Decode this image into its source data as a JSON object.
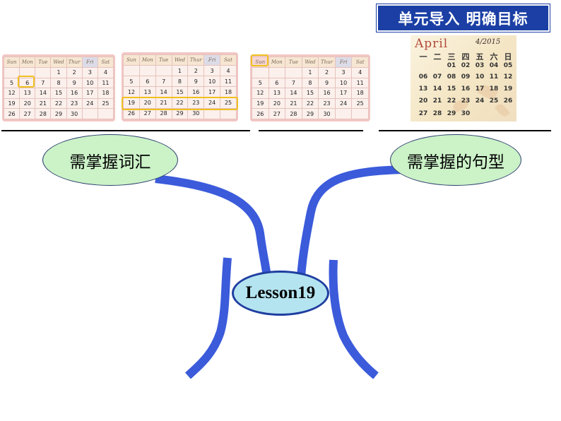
{
  "title": "单元导入 明确目标",
  "center_label": "Lesson19",
  "left_topic": "需掌握词汇",
  "right_topic": "需掌握的句型",
  "calendar_headers": [
    "Sun",
    "Mon",
    "Tue",
    "Wed",
    "Thur",
    "Fri",
    "Sat"
  ],
  "calendar_rows": [
    [
      "",
      "",
      "",
      "1",
      "2",
      "3",
      "4"
    ],
    [
      "5",
      "6",
      "7",
      "8",
      "9",
      "10",
      "11"
    ],
    [
      "12",
      "13",
      "14",
      "15",
      "16",
      "17",
      "18"
    ],
    [
      "19",
      "20",
      "21",
      "22",
      "23",
      "24",
      "25"
    ],
    [
      "26",
      "27",
      "28",
      "29",
      "30",
      "",
      ""
    ]
  ],
  "photo_calendar": {
    "month": "April",
    "date": "4/2015",
    "weekdays": [
      "一",
      "二",
      "三",
      "四",
      "五",
      "六",
      "日"
    ],
    "rows": [
      [
        "",
        "",
        "01",
        "02",
        "03",
        "04",
        "05"
      ],
      [
        "06",
        "07",
        "08",
        "09",
        "10",
        "11",
        "12"
      ],
      [
        "13",
        "14",
        "15",
        "16",
        "17",
        "18",
        "19"
      ],
      [
        "20",
        "21",
        "22",
        "23",
        "24",
        "25",
        "26"
      ],
      [
        "27",
        "28",
        "29",
        "30",
        "",
        "",
        ""
      ]
    ]
  },
  "colors": {
    "branch": "#3b5bdb",
    "title_bg": "#1b3fa4",
    "topic_fill": "#ccf2c8",
    "center_fill": "#b4e4f0",
    "highlight": "#f0c020"
  }
}
